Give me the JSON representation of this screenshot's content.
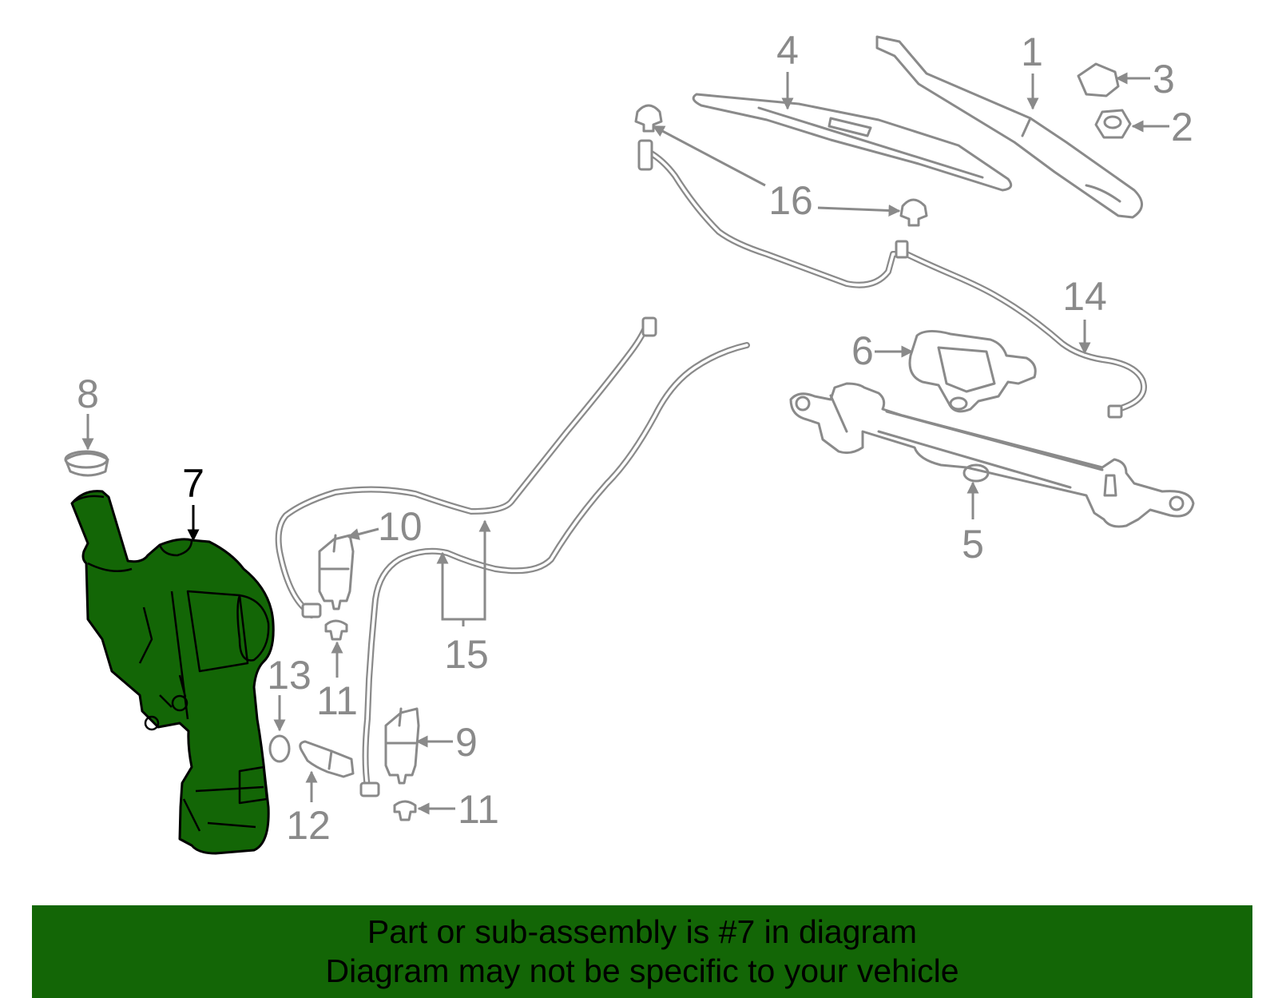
{
  "diagram": {
    "callouts": {
      "c1": "1",
      "c2": "2",
      "c3": "3",
      "c4": "4",
      "c5": "5",
      "c6": "6",
      "c7": "7",
      "c8": "8",
      "c9": "9",
      "c10": "10",
      "c11a": "11",
      "c11b": "11",
      "c12": "12",
      "c13": "13",
      "c14": "14",
      "c15": "15",
      "c16": "16"
    },
    "highlight_part": "7",
    "colors": {
      "highlight": "#136606",
      "part_outline": "#8a8a8a",
      "banner": "#136606"
    }
  },
  "banner": {
    "line1": "Part or sub-assembly is #7 in diagram",
    "line2": "Diagram may not be specific to your vehicle"
  }
}
